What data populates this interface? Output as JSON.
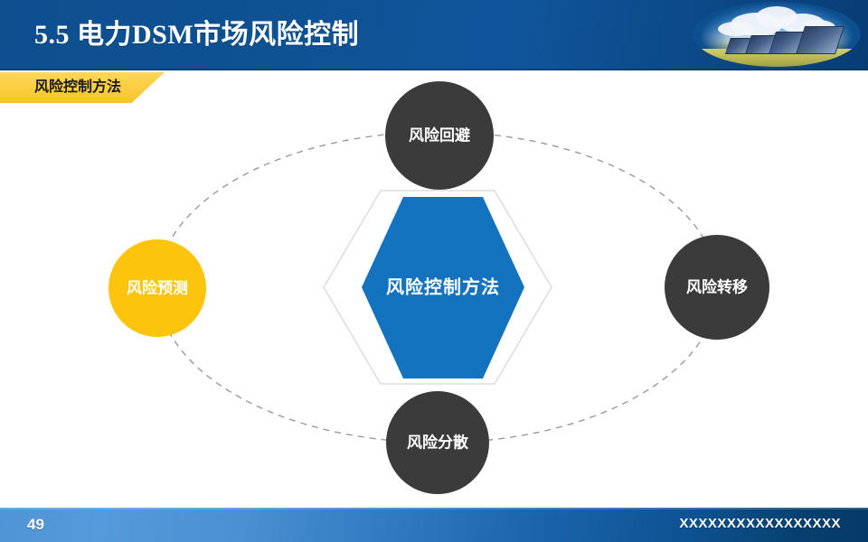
{
  "slide": {
    "title": "5.5 电力DSM市场风险控制",
    "section_tab": "风险控制方法",
    "header_image": "solar-panel-farm-photo",
    "colors": {
      "header_blue": "#0d5093",
      "tab_yellow": "#fbcd3f",
      "hexagon_blue": "#1473be",
      "circle_dark": "#3b3b3b",
      "circle_yellow": "#fcc40c",
      "hex_outline_gray": "#dcdcdc",
      "footer_blue": "#1a64aa"
    }
  },
  "diagram": {
    "center": {
      "label": "风险控制方法",
      "shape": "hexagon",
      "color": "#1473be"
    },
    "nodes": [
      {
        "id": "avoid",
        "label": "风险回避",
        "shape": "circle",
        "color": "#3b3b3b",
        "text_color": "#ffffff",
        "position": "top"
      },
      {
        "id": "transfer",
        "label": "风险转移",
        "shape": "circle",
        "color": "#3b3b3b",
        "text_color": "#ffffff",
        "position": "right"
      },
      {
        "id": "disperse",
        "label": "风险分散",
        "shape": "circle",
        "color": "#3b3b3b",
        "text_color": "#ffffff",
        "position": "bottom"
      },
      {
        "id": "forecast",
        "label": "风险预测",
        "shape": "circle",
        "color": "#fcc40c",
        "text_color": "#ffffff",
        "position": "left"
      }
    ],
    "connector": {
      "type": "dashed-ellipse",
      "color": "#9a9a9a"
    }
  },
  "footer": {
    "page_number": "49",
    "note": "XXXXXXXXXXXXXXXXX"
  }
}
